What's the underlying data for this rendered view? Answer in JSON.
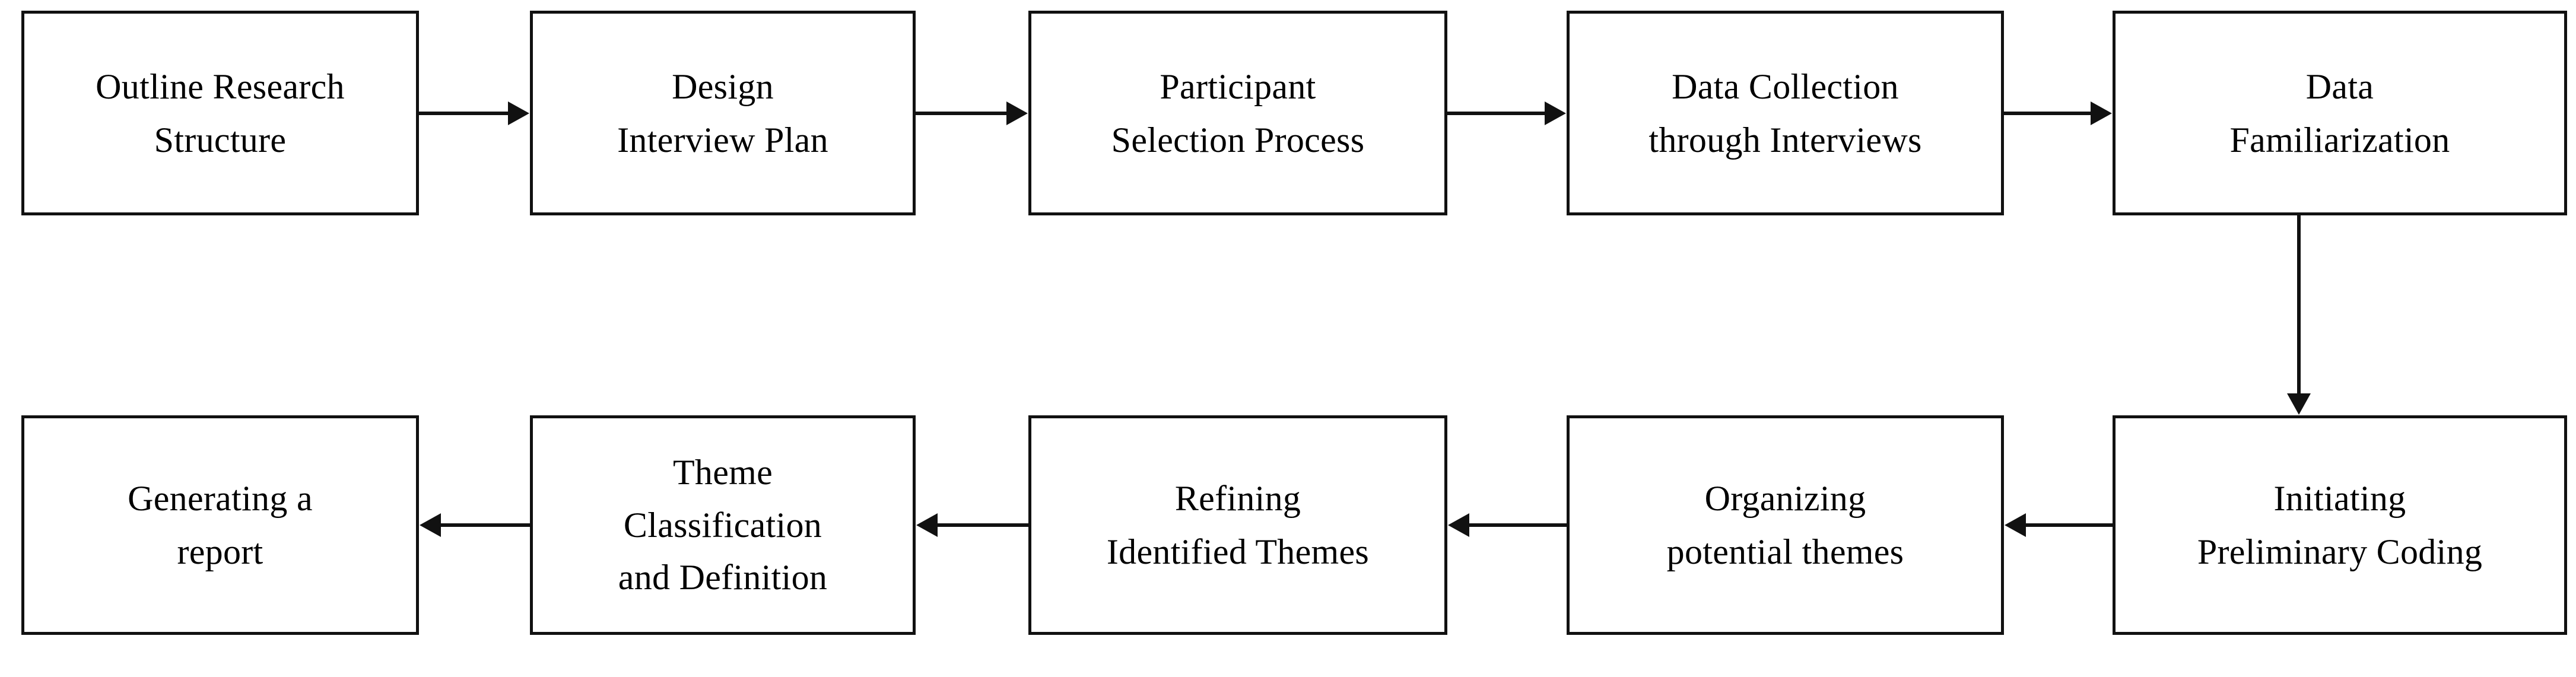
{
  "diagram": {
    "type": "flowchart",
    "orientation": "serpentine-two-rows",
    "background_color": "#ffffff",
    "stroke_color": "#111111",
    "text_color": "#000000",
    "nodes": [
      {
        "id": "n1",
        "row": "top",
        "index": 1,
        "lines": [
          "Outline Research",
          "Structure"
        ]
      },
      {
        "id": "n2",
        "row": "top",
        "index": 2,
        "lines": [
          "Design",
          "Interview Plan"
        ]
      },
      {
        "id": "n3",
        "row": "top",
        "index": 3,
        "lines": [
          "Participant",
          "Selection Process"
        ]
      },
      {
        "id": "n4",
        "row": "top",
        "index": 4,
        "lines": [
          "Data Collection",
          "through Interviews"
        ]
      },
      {
        "id": "n5",
        "row": "top",
        "index": 5,
        "lines": [
          "Data",
          "Familiarization"
        ]
      },
      {
        "id": "n6",
        "row": "bottom",
        "index": 1,
        "lines": [
          "Initiating",
          "Preliminary Coding"
        ]
      },
      {
        "id": "n7",
        "row": "bottom",
        "index": 2,
        "lines": [
          "Organizing",
          "potential themes"
        ]
      },
      {
        "id": "n8",
        "row": "bottom",
        "index": 3,
        "lines": [
          "Refining",
          "Identified Themes"
        ]
      },
      {
        "id": "n9",
        "row": "bottom",
        "index": 4,
        "lines": [
          "Theme",
          "Classification",
          "and Definition"
        ]
      },
      {
        "id": "n10",
        "row": "bottom",
        "index": 5,
        "lines": [
          "Generating a",
          "report"
        ]
      }
    ],
    "edges": [
      {
        "from": "n1",
        "to": "n2",
        "direction": "right"
      },
      {
        "from": "n2",
        "to": "n3",
        "direction": "right"
      },
      {
        "from": "n3",
        "to": "n4",
        "direction": "right"
      },
      {
        "from": "n4",
        "to": "n5",
        "direction": "right"
      },
      {
        "from": "n5",
        "to": "n6",
        "direction": "down"
      },
      {
        "from": "n6",
        "to": "n7",
        "direction": "left"
      },
      {
        "from": "n7",
        "to": "n8",
        "direction": "left"
      },
      {
        "from": "n8",
        "to": "n9",
        "direction": "left"
      },
      {
        "from": "n9",
        "to": "n10",
        "direction": "left"
      }
    ]
  }
}
